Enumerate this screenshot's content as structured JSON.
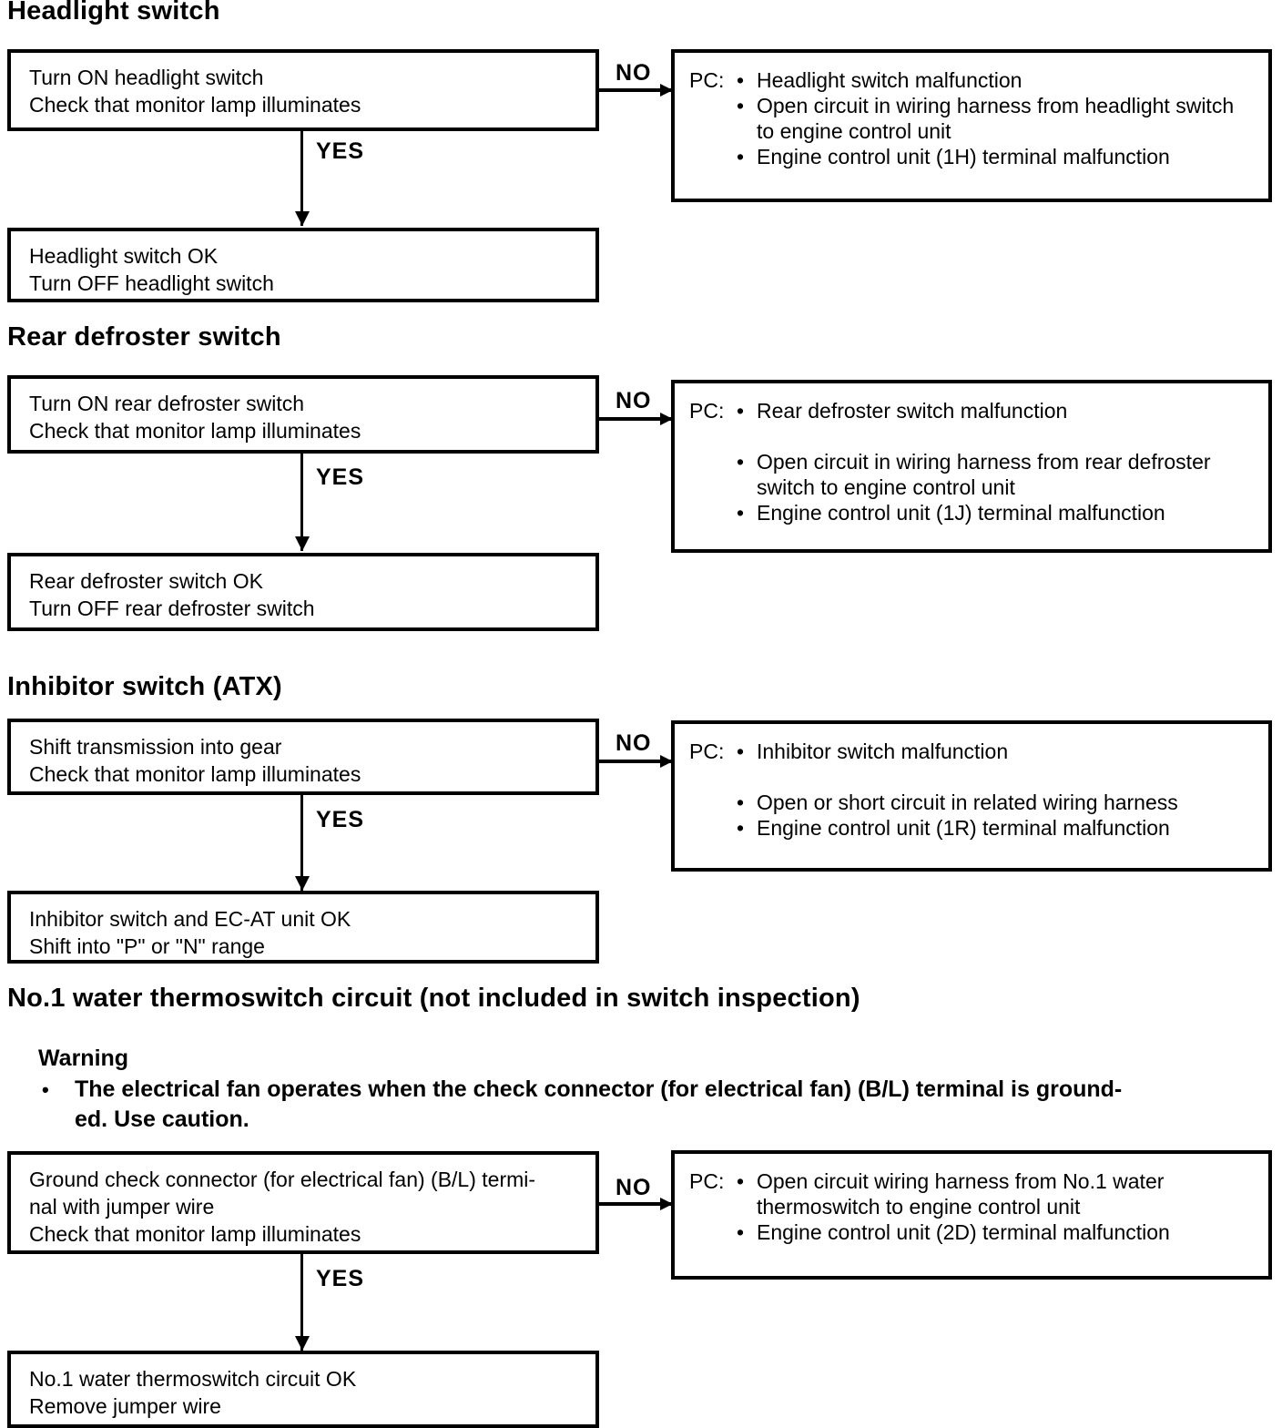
{
  "glyphs": {
    "bullet": "•"
  },
  "sections": [
    {
      "heading": "Headlight switch",
      "no_label": "NO",
      "yes_label": "YES",
      "step": {
        "lines": [
          "Turn ON headlight switch",
          "Check that monitor lamp illuminates"
        ]
      },
      "pc": {
        "label": "PC:",
        "items": [
          "Headlight switch malfunction",
          "Open circuit in wiring harness from headlight switch to engine control unit",
          "Engine control unit (1H) terminal malfunction"
        ]
      },
      "result": {
        "lines": [
          "Headlight switch OK",
          "Turn OFF headlight switch"
        ]
      }
    },
    {
      "heading": "Rear defroster switch",
      "no_label": "NO",
      "yes_label": "YES",
      "step": {
        "lines": [
          "Turn ON rear defroster switch",
          "Check that monitor lamp illuminates"
        ]
      },
      "pc": {
        "label": "PC:",
        "items": [
          "Rear defroster switch malfunction",
          "Open circuit in wiring harness from rear defroster switch to engine control unit",
          "Engine control unit (1J) terminal malfunction"
        ]
      },
      "result": {
        "lines": [
          "Rear defroster switch OK",
          "Turn OFF rear defroster switch"
        ]
      }
    },
    {
      "heading": "Inhibitor switch (ATX)",
      "no_label": "NO",
      "yes_label": "YES",
      "step": {
        "lines": [
          "Shift transmission into gear",
          "Check that monitor lamp illuminates"
        ]
      },
      "pc": {
        "label": "PC:",
        "items": [
          "Inhibitor switch malfunction",
          "Open or short circuit in related wiring harness",
          "Engine control unit (1R) terminal malfunction"
        ]
      },
      "result": {
        "lines": [
          "Inhibitor switch and EC-AT unit OK",
          "Shift into \"P\" or \"N\" range"
        ]
      }
    },
    {
      "heading": "No.1 water thermoswitch circuit (not included in switch inspection)",
      "warning": {
        "title": "Warning",
        "lines": [
          "The electrical fan operates when the check connector (for electrical fan) (B/L) terminal is ground-",
          "ed. Use caution."
        ]
      },
      "no_label": "NO",
      "yes_label": "YES",
      "step": {
        "lines": [
          "Ground check connector (for electrical fan) (B/L) termi-",
          "nal with jumper wire",
          "Check that monitor lamp illuminates"
        ]
      },
      "pc": {
        "label": "PC:",
        "items": [
          "Open circuit wiring harness from No.1 water thermoswitch to engine control unit",
          "Engine control unit (2D) terminal malfunction"
        ]
      },
      "result": {
        "lines": [
          "No.1 water thermoswitch circuit OK",
          "Remove jumper wire"
        ]
      }
    }
  ]
}
